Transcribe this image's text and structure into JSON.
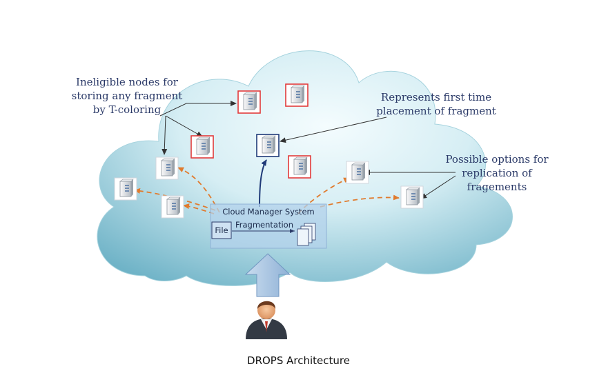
{
  "annotations": {
    "ineligible": [
      "Ineligible nodes for",
      "storing any fragment",
      "by T-coloring"
    ],
    "first_time": [
      "Represents first time",
      "placement of fragment"
    ],
    "replication": [
      "Possible options for",
      "replication of",
      "fragements"
    ]
  },
  "manager": {
    "title": "Cloud Manager System",
    "file_label": "File",
    "fragmentation_label": "Fragmentation"
  },
  "caption": "DROPS Architecture",
  "colors": {
    "cloud_light": "#f2fbfd",
    "cloud_dark": "#6fb3c7",
    "ineligible_border": "#e23a3a",
    "first_border": "#1f3a78",
    "dashed_arrow": "#e07b2e",
    "upload_arrow": "#9bbcdc"
  },
  "icons": [
    "server-icon",
    "user-icon",
    "fragment-pages-icon",
    "upload-arrow"
  ]
}
